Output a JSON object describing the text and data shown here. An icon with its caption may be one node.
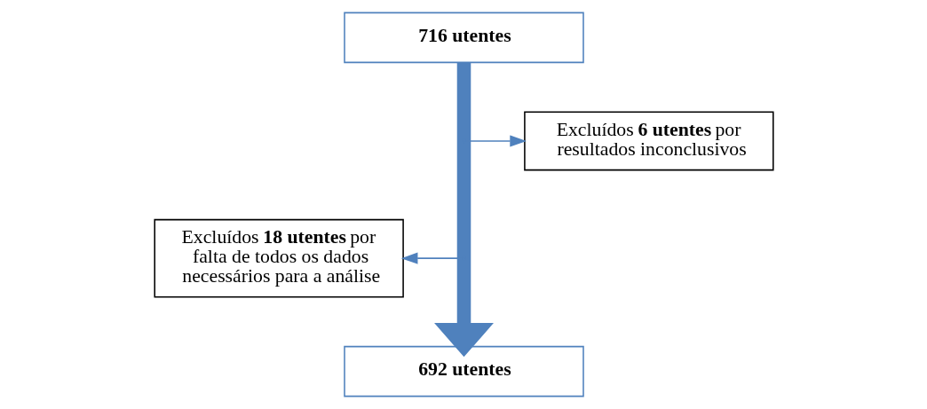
{
  "diagram": {
    "nodes": [
      {
        "text": [
          "**716 utentes**"
        ]
      },
      {
        "text": [
          "Excluídos **6 utentes** por resultados inconclusivos"
        ]
      },
      {
        "text": [
          "Excluídos **18 utentes** por falta de todos os dados necessários para a análise"
        ]
      },
      {
        "text": [
          "**692 utentes**"
        ]
      }
    ],
    "edges": [
      {
        "from": 0,
        "to": 3,
        "arrow": "to",
        "style": "thick"
      },
      {
        "from": null,
        "to": 1,
        "arrow": "to"
      },
      {
        "from": null,
        "to": 2,
        "arrow": "to"
      }
    ]
  }
}
